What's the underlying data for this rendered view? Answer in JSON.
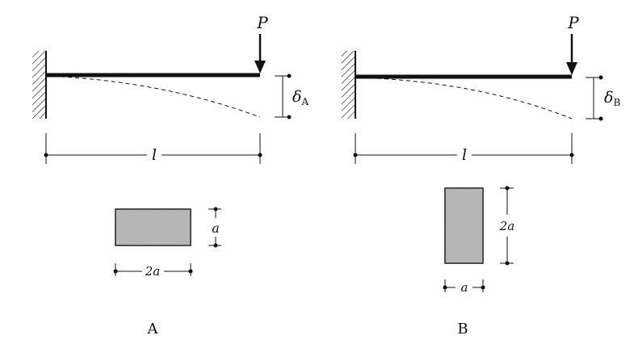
{
  "colors": {
    "ink": "#111111",
    "section_fill": "#b5b5b5",
    "background": "#ffffff"
  },
  "panel_a": {
    "load_label": "P",
    "deflection_symbol": "δ",
    "deflection_subscript": "A",
    "length_label": "l",
    "section_height_label": "a",
    "section_width_label": "2a",
    "caption": "A"
  },
  "panel_b": {
    "load_label": "P",
    "deflection_symbol": "δ",
    "deflection_subscript": "B",
    "length_label": "l",
    "section_height_label": "2a",
    "section_width_label": "a",
    "caption": "B"
  }
}
